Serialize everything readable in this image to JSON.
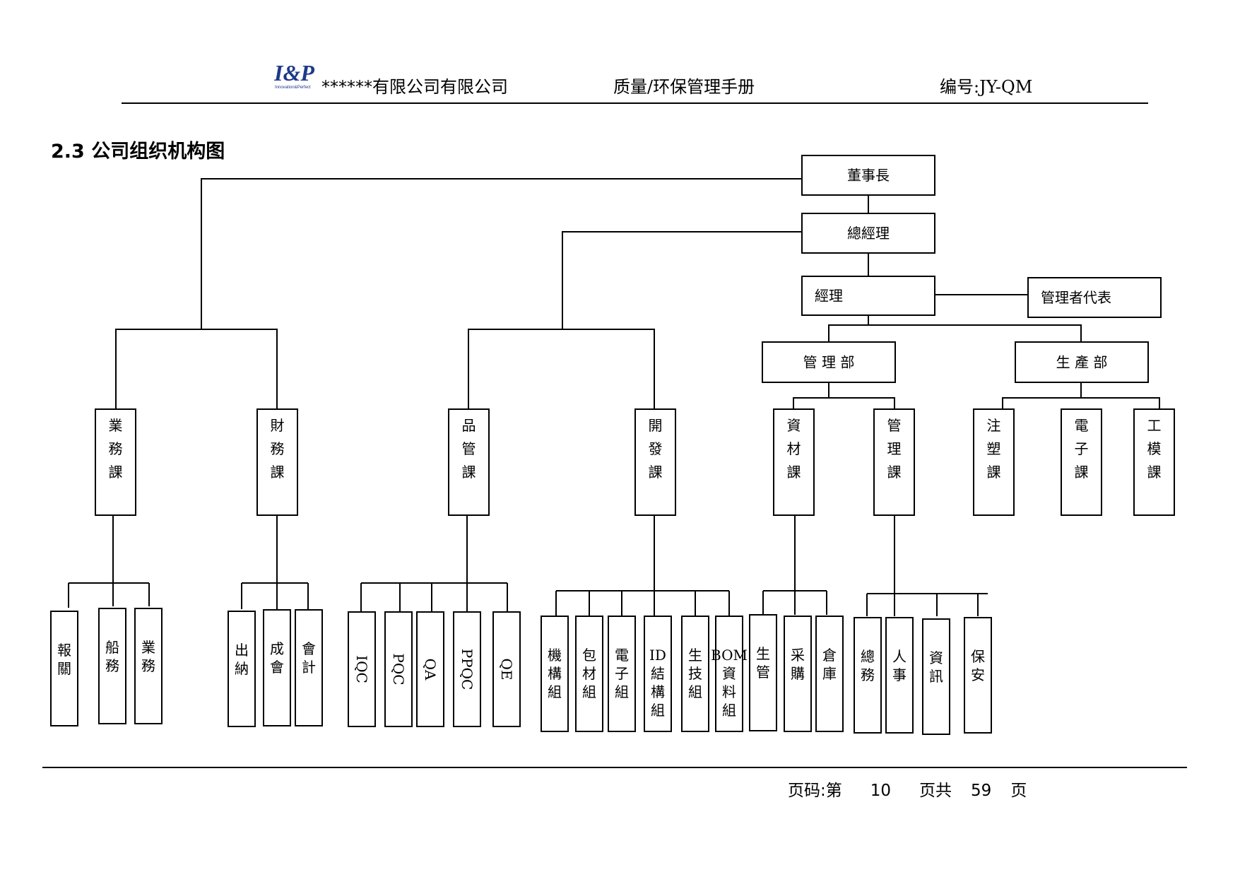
{
  "header": {
    "company": "******有限公司有限公司",
    "manual": "质量/环保管理手册",
    "code_label": "编号:",
    "code_value": "JY-QM",
    "logo_text": "I&P",
    "logo_tagline": "Innovation&Perfect"
  },
  "section_title": "2.3 公司组织机构图",
  "org": {
    "chairman": "董事長",
    "gm": "總經理",
    "manager": "經理",
    "mgmt_rep": "管理者代表",
    "admin_dept": "管 理 部",
    "prod_dept": "生 產 部",
    "sections": {
      "sales": [
        "業",
        "務",
        "課"
      ],
      "finance": [
        "財",
        "務",
        "課"
      ],
      "qc": [
        "品",
        "管",
        "課"
      ],
      "dev": [
        "開",
        "發",
        "課"
      ],
      "material": [
        "資",
        "材",
        "課"
      ],
      "admin": [
        "管",
        "理",
        "課"
      ],
      "injection": [
        "注",
        "塑",
        "課"
      ],
      "electronics": [
        "電",
        "子",
        "課"
      ],
      "mold": [
        "工",
        "模",
        "課"
      ]
    },
    "units": {
      "sales": [
        [
          "報",
          "關"
        ],
        [
          "船",
          "務"
        ],
        [
          "業",
          "務"
        ]
      ],
      "finance": [
        [
          "出",
          "納"
        ],
        [
          "成",
          "會"
        ],
        [
          "會",
          "計"
        ]
      ],
      "qc": [
        "IQC",
        "PQC",
        "QA",
        "PPQC",
        "QE"
      ],
      "dev": [
        [
          "機",
          "構",
          "組"
        ],
        [
          "包",
          "材",
          "組"
        ],
        [
          "電",
          "子",
          "組"
        ],
        [
          "ID",
          "結",
          "構",
          "組"
        ],
        [
          "生",
          "技",
          "組"
        ],
        [
          "BOM",
          "資",
          "料",
          "組"
        ]
      ],
      "material": [
        [
          "生",
          "管"
        ],
        [
          "采",
          "購"
        ],
        [
          "倉",
          "庫"
        ]
      ],
      "admin": [
        [
          "總",
          "務"
        ],
        [
          "人",
          "事"
        ],
        [
          "資",
          "訊"
        ],
        [
          "保",
          "安"
        ]
      ]
    }
  },
  "footer": {
    "page_label": "页码:",
    "di": "第",
    "page_no": "10",
    "total_label": "页共",
    "total": "59",
    "ye": "页"
  }
}
